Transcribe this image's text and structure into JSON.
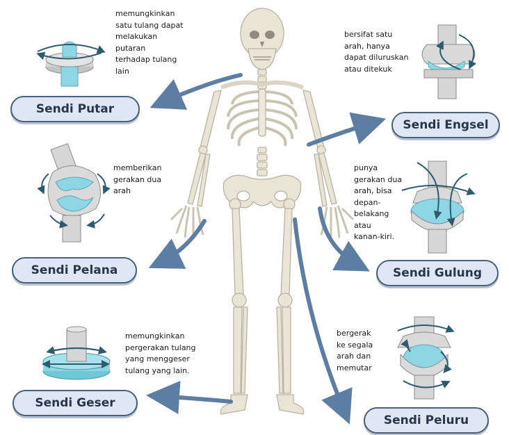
{
  "colors": {
    "label_bg": "#dfe7f4",
    "label_border": "#4a5f78",
    "arrow": "#5d7ea3",
    "bone": "#e8e4d6",
    "bone_outline": "#b8b2a0",
    "cartilage": "#8fd6e4",
    "joint_grey": "#cfcfcf"
  },
  "joints": [
    {
      "id": "putar",
      "name": "Sendi Putar",
      "description": "memungkinkan\nsatu tulang dapat\nmelakukan\nputaran\nterhadap tulang\nlain"
    },
    {
      "id": "engsel",
      "name": "Sendi Engsel",
      "description": "bersifat satu\narah, hanya\ndapat diluruskan\natau ditekuk"
    },
    {
      "id": "pelana",
      "name": "Sendi Pelana",
      "description": "memberikan\ngerakan dua\narah"
    },
    {
      "id": "gulung",
      "name": "Sendi Gulung",
      "description": "punya\ngerakan dua\narah, bisa\ndepan-\nbelakang\natau\nkanan-kiri."
    },
    {
      "id": "geser",
      "name": "Sendi Geser",
      "description": "memungkinkan\npergerakan tulang\nyang menggeser\ntulang yang lain."
    },
    {
      "id": "peluru",
      "name": "Sendi Peluru",
      "description": "bergerak\nke segala\narah dan\nmemutar"
    }
  ]
}
